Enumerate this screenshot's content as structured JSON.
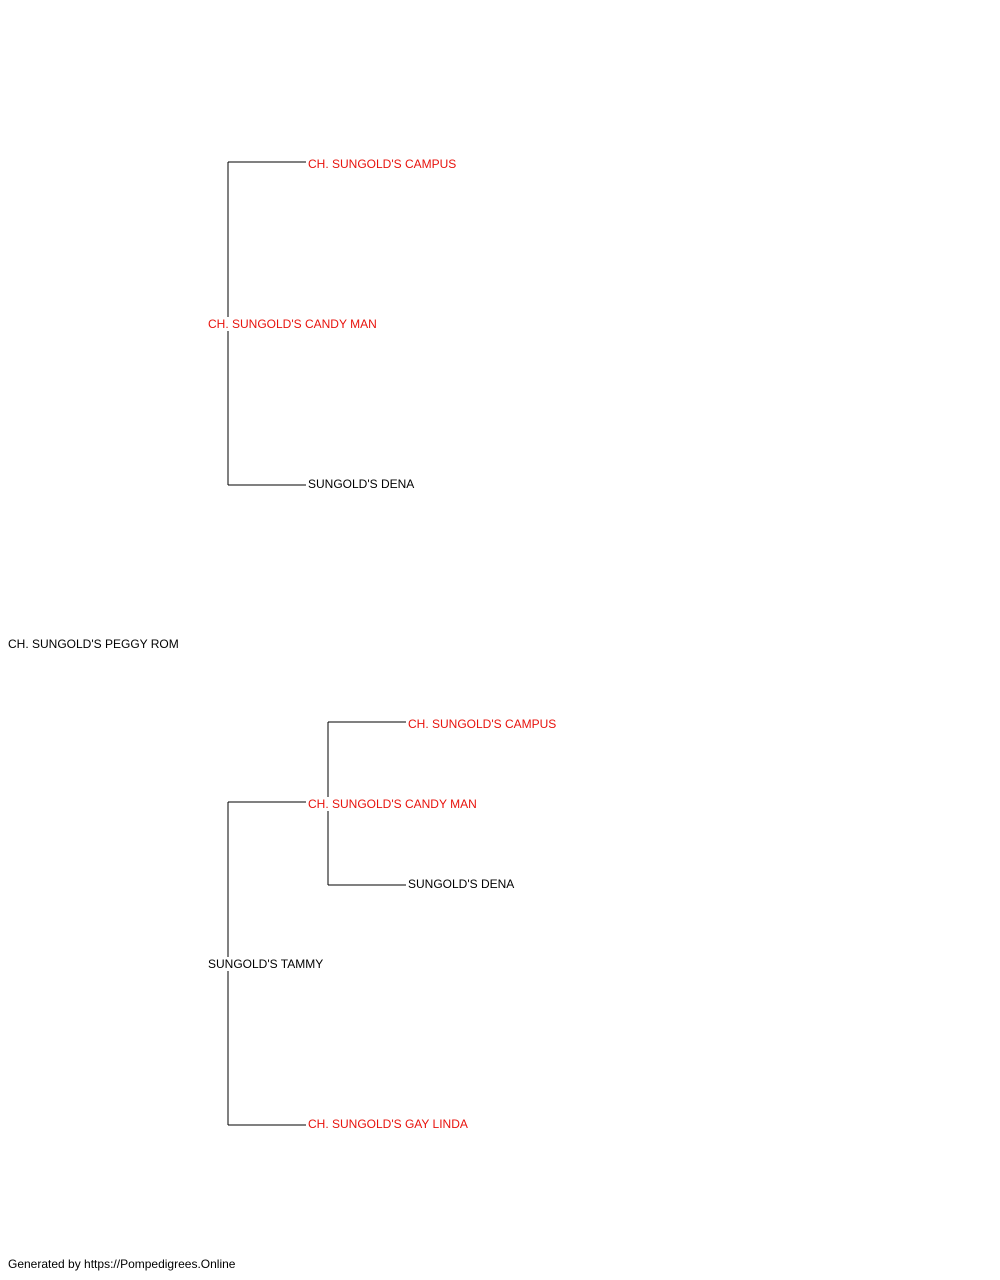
{
  "colors": {
    "champion": "#e8120c",
    "regular": "#000000",
    "line": "#000000"
  },
  "pedigree": {
    "subject": "CH. SUNGOLD'S PEGGY ROM",
    "sire": "CH. SUNGOLD'S CANDY MAN",
    "sire_sire": "CH. SUNGOLD'S CAMPUS",
    "sire_dam": "SUNGOLD'S DENA",
    "dam": "SUNGOLD'S TAMMY",
    "dam_sire": "CH. SUNGOLD'S CANDY MAN",
    "dam_sire_sire": "CH. SUNGOLD'S CAMPUS",
    "dam_sire_dam": "SUNGOLD'S DENA",
    "dam_dam": "CH. SUNGOLD'S GAY LINDA"
  },
  "footer": {
    "text": "Generated by https://Pompedigrees.Online"
  }
}
